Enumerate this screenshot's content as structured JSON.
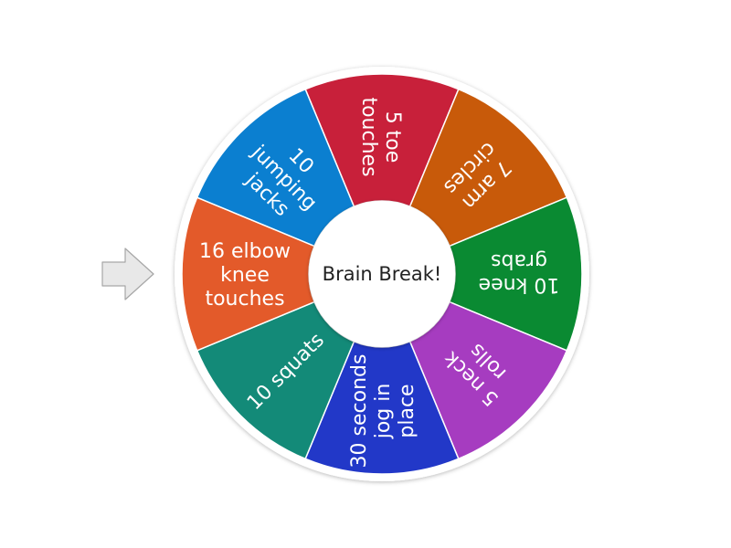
{
  "wheel": {
    "center_label": "Brain Break!",
    "segments": [
      {
        "lines": [
          "5 toe",
          "touches"
        ],
        "color": "#c8203a"
      },
      {
        "lines": [
          "7 arm",
          "circles"
        ],
        "color": "#c85a0a"
      },
      {
        "lines": [
          "10 knee",
          "grabs"
        ],
        "color": "#0a8a32"
      },
      {
        "lines": [
          "5 neck",
          "rolls"
        ],
        "color": "#a63cc0"
      },
      {
        "lines": [
          "30 seconds",
          "jog in",
          "place"
        ],
        "color": "#2238c8"
      },
      {
        "lines": [
          "10 squats"
        ],
        "color": "#138a78"
      },
      {
        "lines": [
          "16 elbow",
          "knee",
          "touches"
        ],
        "color": "#e35a2a"
      },
      {
        "lines": [
          "10",
          "jumping",
          "jacks"
        ],
        "color": "#0b7fd0"
      }
    ],
    "rim_color": "#ffffff",
    "pointer_icon": "arrow-right-icon",
    "pointer_color": "#e8e8e8"
  }
}
